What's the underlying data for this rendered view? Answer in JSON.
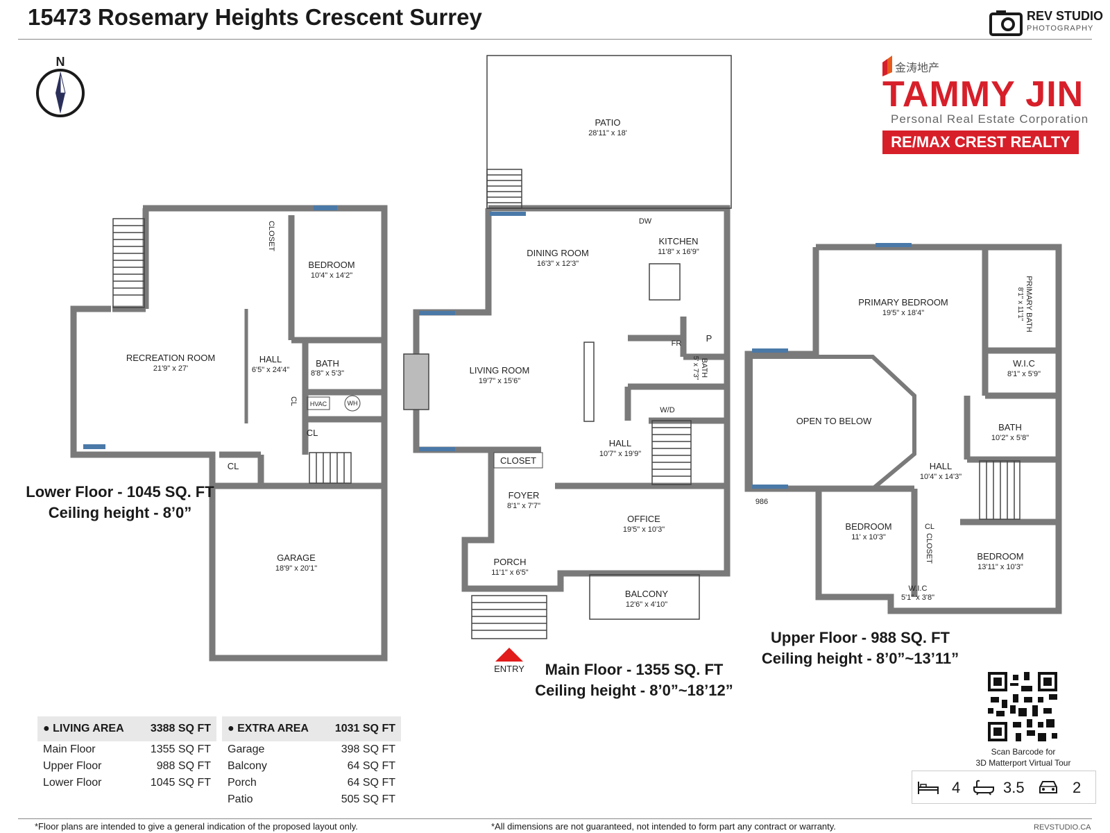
{
  "title": "15473 Rosemary Heights Crescent Surrey",
  "photographer": {
    "name": "REV STUDIO",
    "sub": "PHOTOGRAPHY",
    "url": "REVSTUDIO.CA"
  },
  "agent": {
    "chinese_name": "金涛地产",
    "name": "TAMMY JIN",
    "corporation": "Personal Real Estate Corporation",
    "brokerage": "RE/MAX CREST REALTY",
    "colors": {
      "brand": "#d71f2a"
    }
  },
  "compass": {
    "label": "N"
  },
  "floors": {
    "lower": {
      "line1": "Lower Floor - 1045 SQ. FT",
      "line2": "Ceiling height - 8’0”"
    },
    "main": {
      "line1": "Main Floor - 1355 SQ. FT",
      "line2": "Ceiling height - 8’0”~18’12”"
    },
    "upper": {
      "line1": "Upper Floor - 988 SQ. FT",
      "line2": "Ceiling height - 8’0”~13’11”"
    }
  },
  "rooms": {
    "lower": [
      {
        "name": "RECREATION ROOM",
        "dim": "21'9\" x 27'"
      },
      {
        "name": "HALL",
        "dim": "6'5\" x 24'4\""
      },
      {
        "name": "BEDROOM",
        "dim": "10'4\" x 14'2\""
      },
      {
        "name": "BATH",
        "dim": "8'8\" x 5'3\""
      },
      {
        "name": "GARAGE",
        "dim": "18'9\" x 20'1\""
      }
    ],
    "lower_labels": {
      "closet": "CLOSET",
      "cl1": "CL",
      "cl2": "CL",
      "cl3": "CL",
      "hvac": "HVAC",
      "wh": "WH"
    },
    "main": [
      {
        "name": "PATIO",
        "dim": "28'11\" x 18'"
      },
      {
        "name": "DINING ROOM",
        "dim": "16'3\" x 12'3\""
      },
      {
        "name": "KITCHEN",
        "dim": "11'8\" x 16'9\""
      },
      {
        "name": "LIVING ROOM",
        "dim": "19'7\" x 15'6\""
      },
      {
        "name": "HALL",
        "dim": "10'7\" x 19'9\""
      },
      {
        "name": "FOYER",
        "dim": "8'1\" x 7'7\""
      },
      {
        "name": "OFFICE",
        "dim": "19'5\" x 10'3\""
      },
      {
        "name": "PORCH",
        "dim": "11'1\" x 6'5\""
      },
      {
        "name": "BALCONY",
        "dim": "12'6\" x 4'10\""
      },
      {
        "name": "BATH",
        "dim": "5' x 7'3\""
      }
    ],
    "main_labels": {
      "closet": "CLOSET",
      "dw": "DW",
      "fr": "FR",
      "p": "P",
      "wd": "W/D",
      "entry": "ENTRY"
    },
    "upper": [
      {
        "name": "PRIMARY BEDROOM",
        "dim": "19'5\" x 18'4\""
      },
      {
        "name": "PRIMARY BATH",
        "dim": "8'1\" x 11'1\""
      },
      {
        "name": "W.I.C",
        "dim": "8'1\" x 5'9\""
      },
      {
        "name": "OPEN TO BELOW",
        "dim": ""
      },
      {
        "name": "BATH",
        "dim": "10'2\" x 5'8\""
      },
      {
        "name": "HALL",
        "dim": "10'4\" x 14'3\""
      },
      {
        "name": "BEDROOM",
        "dim": "11' x 10'3\""
      },
      {
        "name": "BEDROOM",
        "dim": "13'11\" x 10'3\""
      },
      {
        "name": "W.I.C",
        "dim": "5'1\" x 3'8\""
      }
    ],
    "upper_labels": {
      "cl": "CL",
      "closet": "CLOSET",
      "note": "986"
    }
  },
  "living_area": {
    "header": "LIVING AREA",
    "total": "3388 SQ FT",
    "rows": [
      {
        "label": "Main Floor",
        "value": "1355 SQ FT"
      },
      {
        "label": "Upper Floor",
        "value": "988 SQ FT"
      },
      {
        "label": "Lower Floor",
        "value": "1045 SQ FT"
      }
    ]
  },
  "extra_area": {
    "header": "EXTRA AREA",
    "total": "1031 SQ FT",
    "rows": [
      {
        "label": "Garage",
        "value": "398 SQ FT"
      },
      {
        "label": "Balcony",
        "value": "64 SQ FT"
      },
      {
        "label": "Porch",
        "value": "64 SQ FT"
      },
      {
        "label": "Patio",
        "value": "505 SQ FT"
      }
    ]
  },
  "qr": {
    "caption1": "Scan Barcode for",
    "caption2": "3D Matterport Virtual Tour"
  },
  "stats": {
    "beds": "4",
    "baths": "3.5",
    "garage": "2"
  },
  "disclaimers": {
    "left": "*Floor plans are intended to give a general indication of the proposed layout only.",
    "right": "*All dimensions are not guaranteed, not intended to form part any contract or warranty."
  }
}
